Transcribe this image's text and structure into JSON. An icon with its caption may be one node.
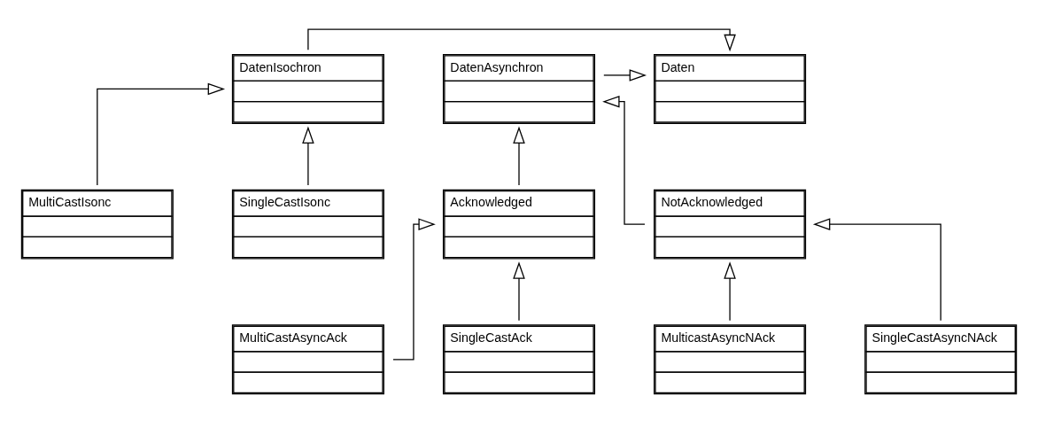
{
  "diagram": {
    "nodes": [
      {
        "text": [
          "DatenIsochron"
        ]
      },
      {
        "text": [
          "Daten"
        ]
      },
      {
        "text": [
          "DatenAsynchron"
        ]
      },
      {
        "text": [
          "MultiCastIsonc"
        ]
      },
      {
        "text": [
          "SingleCastIsonc"
        ]
      },
      {
        "text": [
          "Acknowledged"
        ]
      },
      {
        "text": [
          "NotAcknowledged"
        ]
      },
      {
        "text": [
          "MultiCastAsyncAck"
        ]
      },
      {
        "text": [
          "SingleCastAck"
        ]
      },
      {
        "text": [
          "MulticastAsyncNAck"
        ]
      },
      {
        "text": [
          "SingleCastAsyncNAck"
        ]
      }
    ],
    "edges": [
      {
        "from": 0,
        "to": 1,
        "arrow": "to"
      },
      {
        "from": 2,
        "to": 1,
        "arrow": "to"
      },
      {
        "from": 3,
        "to": 0,
        "arrow": "to"
      },
      {
        "from": 4,
        "to": 0,
        "arrow": "to"
      },
      {
        "from": 5,
        "to": 2,
        "arrow": "to"
      },
      {
        "from": 6,
        "to": 2,
        "arrow": "to"
      },
      {
        "from": 7,
        "to": 5,
        "arrow": "to"
      },
      {
        "from": 8,
        "to": 5,
        "arrow": "to"
      },
      {
        "from": 9,
        "to": 6,
        "arrow": "to"
      },
      {
        "from": 10,
        "to": 6,
        "arrow": "to"
      }
    ]
  }
}
